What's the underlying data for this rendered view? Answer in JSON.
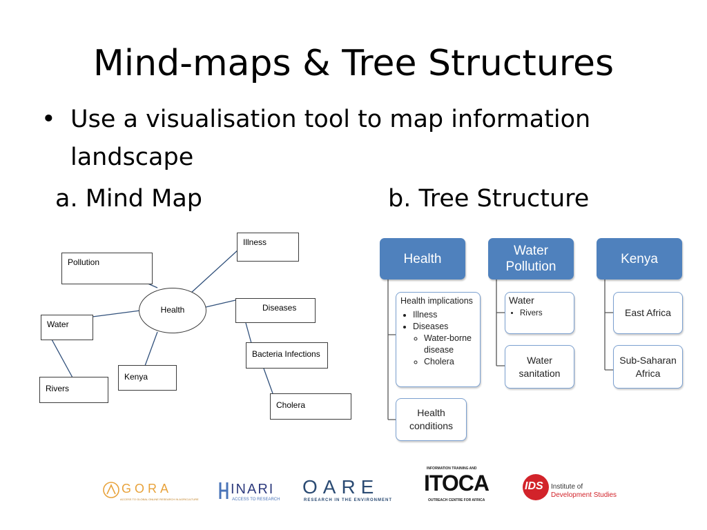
{
  "slide": {
    "title": "Mind-maps & Tree Structures",
    "bullet": "Use a visualisation tool to map information landscape",
    "sub_a": "a. Mind Map",
    "sub_b": "b. Tree Structure"
  },
  "mind_map": {
    "center": "Health",
    "pollution": "Pollution",
    "illness": "Illness",
    "diseases": "Diseases",
    "water": "Water",
    "kenya": "Kenya",
    "rivers": "Rivers",
    "bacteria": "Bacteria Infections",
    "cholera": "Cholera"
  },
  "tree": {
    "col1": {
      "header": "Health",
      "node1_title": "Health implications",
      "node1_items": [
        "Illness",
        "Diseases"
      ],
      "node1_subitems": [
        "Water-borne disease",
        "Cholera"
      ],
      "node2": "Health conditions"
    },
    "col2": {
      "header": "Water Pollution",
      "node1_title": "Water",
      "node1_items": [
        "Rivers"
      ],
      "node2": "Water sanitation"
    },
    "col3": {
      "header": "Kenya",
      "node1": "East Africa",
      "node2": "Sub-Saharan Africa"
    }
  },
  "logos": {
    "agora": "GORA",
    "agora_tag": "ACCESS TO GLOBAL ONLINE RESEARCH IN AGRICULTURE",
    "hinari": "INARI",
    "hinari_tag": "ACCESS TO RESEARCH",
    "oare": "OARE",
    "oare_tag": "RESEARCH IN THE ENVIRONMENT",
    "itoca": "ITOCA",
    "itoca_top": "INFORMATION TRAINING AND",
    "itoca_bottom": "OUTREACH CENTRE FOR AFRICA",
    "ids": "IDS",
    "ids_line1": "Institute of",
    "ids_line2": "Development Studies"
  },
  "colors": {
    "tree_header": "#4f81bd",
    "tree_border": "#7a9fcf",
    "ids_red": "#d2232a"
  }
}
